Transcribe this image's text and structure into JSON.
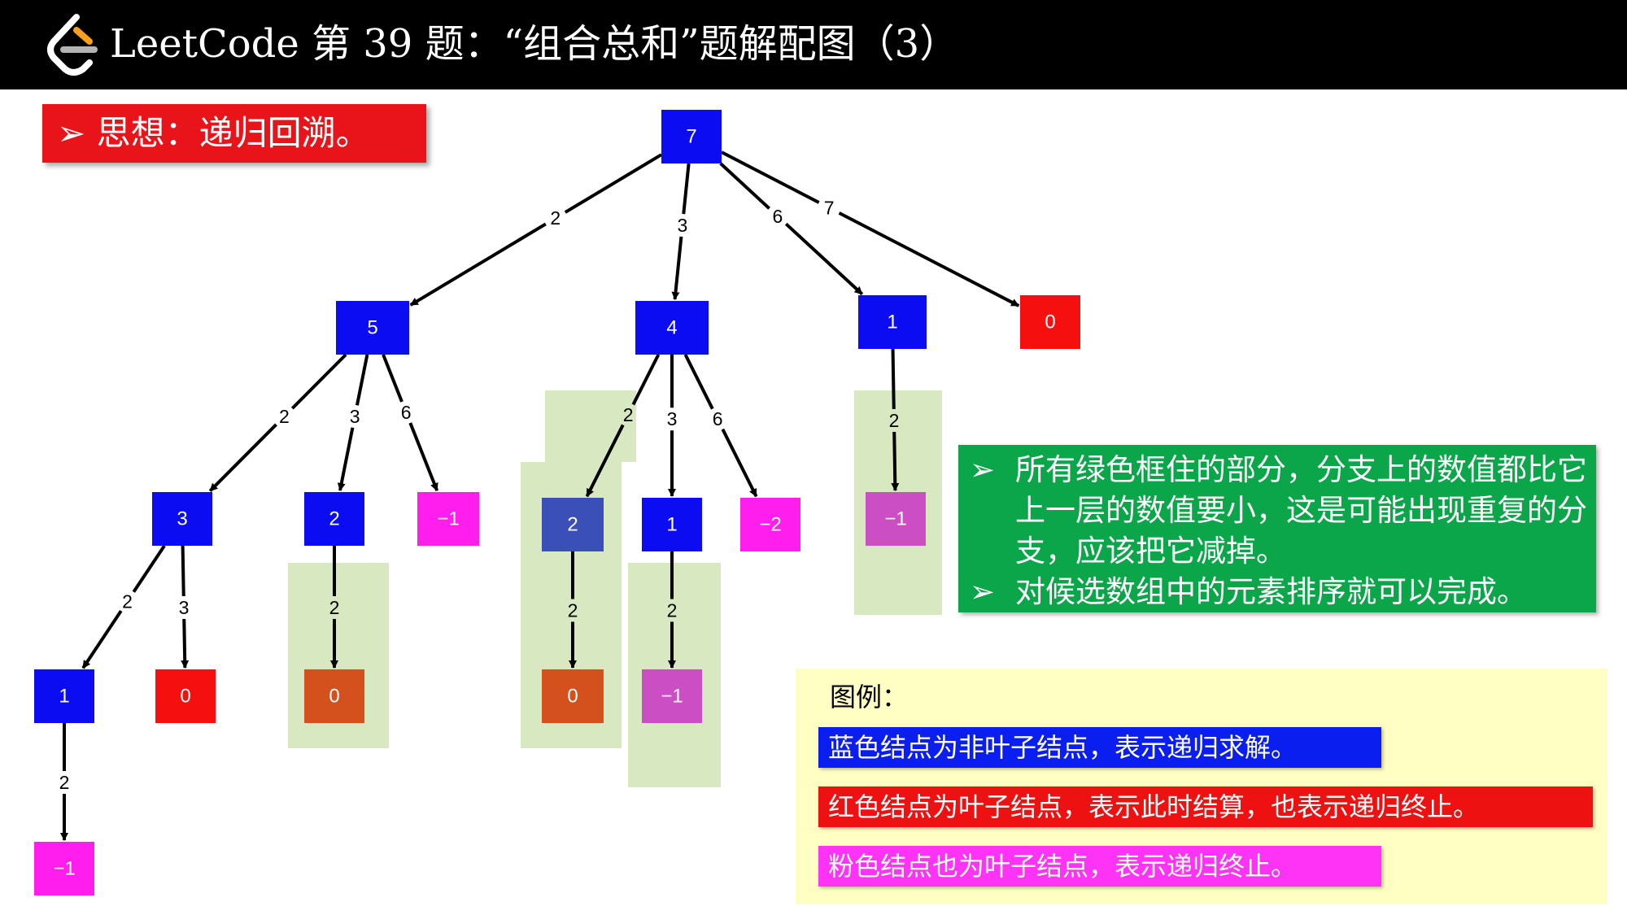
{
  "header": {
    "title": "LeetCode 第 39 题：“组合总和”题解配图（3）"
  },
  "idea": {
    "arrow": "➢",
    "text": "思想：递归回溯。"
  },
  "note": {
    "items": [
      {
        "arrow": "➢",
        "text": "所有绿色框住的部分，分支上的数值都比它上一层的数值要小，这是可能出现重复的分支，应该把它减掉。"
      },
      {
        "arrow": "➢",
        "text": "对候选数组中的元素排序就可以完成。"
      }
    ]
  },
  "legend": {
    "title": "图例：",
    "items": [
      {
        "text": "蓝色结点为非叶子结点，表示递归求解。",
        "color": "#0a1ef0"
      },
      {
        "text": "红色结点为叶子结点，表示此时结算，也表示递归终止。",
        "color": "#ee1111"
      },
      {
        "text": "粉色结点也为叶子结点，表示递归终止。",
        "color": "#ff33f5"
      }
    ]
  },
  "colors": {
    "blue": "#0c0cf2",
    "dark_blue": "#3a50b8",
    "red": "#f50f0f",
    "orange": "#d4511e",
    "magenta": "#ff1eee",
    "pink": "#cc4ec4",
    "green_highlight": "#d8e8c0"
  },
  "tree": {
    "nodes": [
      {
        "id": "root",
        "label": "7",
        "color": "blue"
      },
      {
        "id": "n5",
        "label": "5",
        "color": "blue"
      },
      {
        "id": "n4",
        "label": "4",
        "color": "blue"
      },
      {
        "id": "n1a",
        "label": "1",
        "color": "blue"
      },
      {
        "id": "n0a",
        "label": "0",
        "color": "red"
      },
      {
        "id": "n3",
        "label": "3",
        "color": "blue"
      },
      {
        "id": "n2a",
        "label": "2",
        "color": "blue"
      },
      {
        "id": "nm1a",
        "label": "−1",
        "color": "magenta"
      },
      {
        "id": "n2b",
        "label": "2",
        "color": "dark_blue"
      },
      {
        "id": "n1b",
        "label": "1",
        "color": "blue"
      },
      {
        "id": "nm2",
        "label": "−2",
        "color": "magenta"
      },
      {
        "id": "nm1b",
        "label": "−1",
        "color": "pink"
      },
      {
        "id": "n1c",
        "label": "1",
        "color": "blue"
      },
      {
        "id": "n0b",
        "label": "0",
        "color": "red"
      },
      {
        "id": "n0c",
        "label": "0",
        "color": "orange"
      },
      {
        "id": "n0d",
        "label": "0",
        "color": "orange"
      },
      {
        "id": "nm1c",
        "label": "−1",
        "color": "pink"
      },
      {
        "id": "nm1d",
        "label": "−1",
        "color": "magenta"
      }
    ],
    "edges": [
      {
        "from": "root",
        "to": "n5",
        "label": "2"
      },
      {
        "from": "root",
        "to": "n4",
        "label": "3"
      },
      {
        "from": "root",
        "to": "n1a",
        "label": "6"
      },
      {
        "from": "root",
        "to": "n0a",
        "label": "7"
      },
      {
        "from": "n5",
        "to": "n3",
        "label": "2"
      },
      {
        "from": "n5",
        "to": "n2a",
        "label": "3"
      },
      {
        "from": "n5",
        "to": "nm1a",
        "label": "6"
      },
      {
        "from": "n4",
        "to": "n2b",
        "label": "2"
      },
      {
        "from": "n4",
        "to": "n1b",
        "label": "3"
      },
      {
        "from": "n4",
        "to": "nm2",
        "label": "6"
      },
      {
        "from": "n1a",
        "to": "nm1b",
        "label": "2"
      },
      {
        "from": "n3",
        "to": "n1c",
        "label": "2"
      },
      {
        "from": "n3",
        "to": "n0b",
        "label": "3"
      },
      {
        "from": "n2a",
        "to": "n0c",
        "label": "2"
      },
      {
        "from": "n2b",
        "to": "n0d",
        "label": "2"
      },
      {
        "from": "n1b",
        "to": "nm1c",
        "label": "2"
      },
      {
        "from": "n1c",
        "to": "nm1d",
        "label": "2"
      }
    ]
  }
}
